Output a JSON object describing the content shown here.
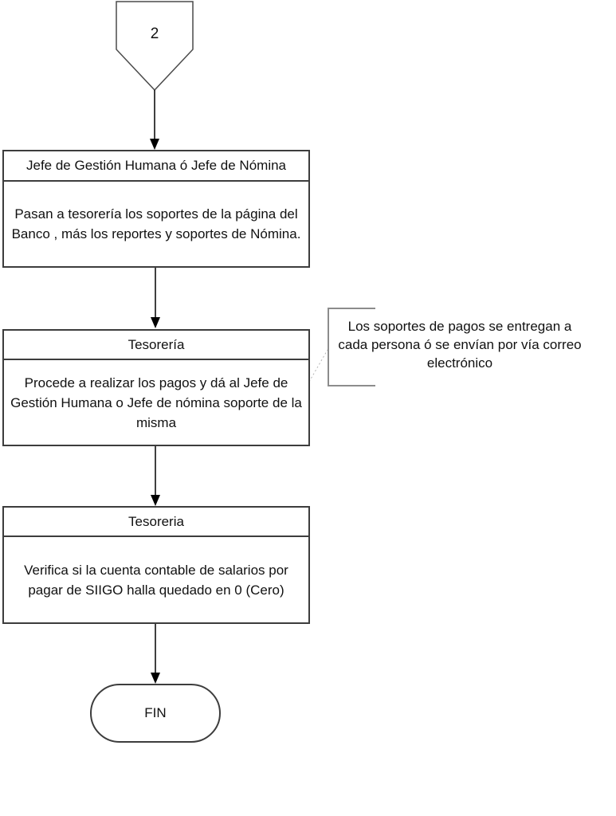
{
  "diagram": {
    "connector": {
      "label": "2"
    },
    "boxes": [
      {
        "header": "Jefe de Gestión Humana ó Jefe de Nómina",
        "body": "Pasan a tesorería los soportes de la página del Banco , más los reportes y soportes de Nómina."
      },
      {
        "header": "Tesorería",
        "body": "Procede a realizar los pagos y dá al Jefe de Gestión Humana o Jefe de nómina soporte de la misma"
      },
      {
        "header": "Tesoreria",
        "body": "Verifica si la cuenta contable de salarios por pagar de SIIGO halla quedado en 0 (Cero)"
      }
    ],
    "annotation": {
      "text": "Los soportes de pagos se entregan a cada persona ó se envían por vía correo electrónico"
    },
    "terminator": {
      "label": "FIN"
    },
    "colors": {
      "background": "#ffffff",
      "box_border": "#3d3d3d",
      "arrow": "#000000",
      "bracket": "#8c8c8c",
      "dotted_connector": "#b5b5b5",
      "text": "#111111"
    }
  }
}
